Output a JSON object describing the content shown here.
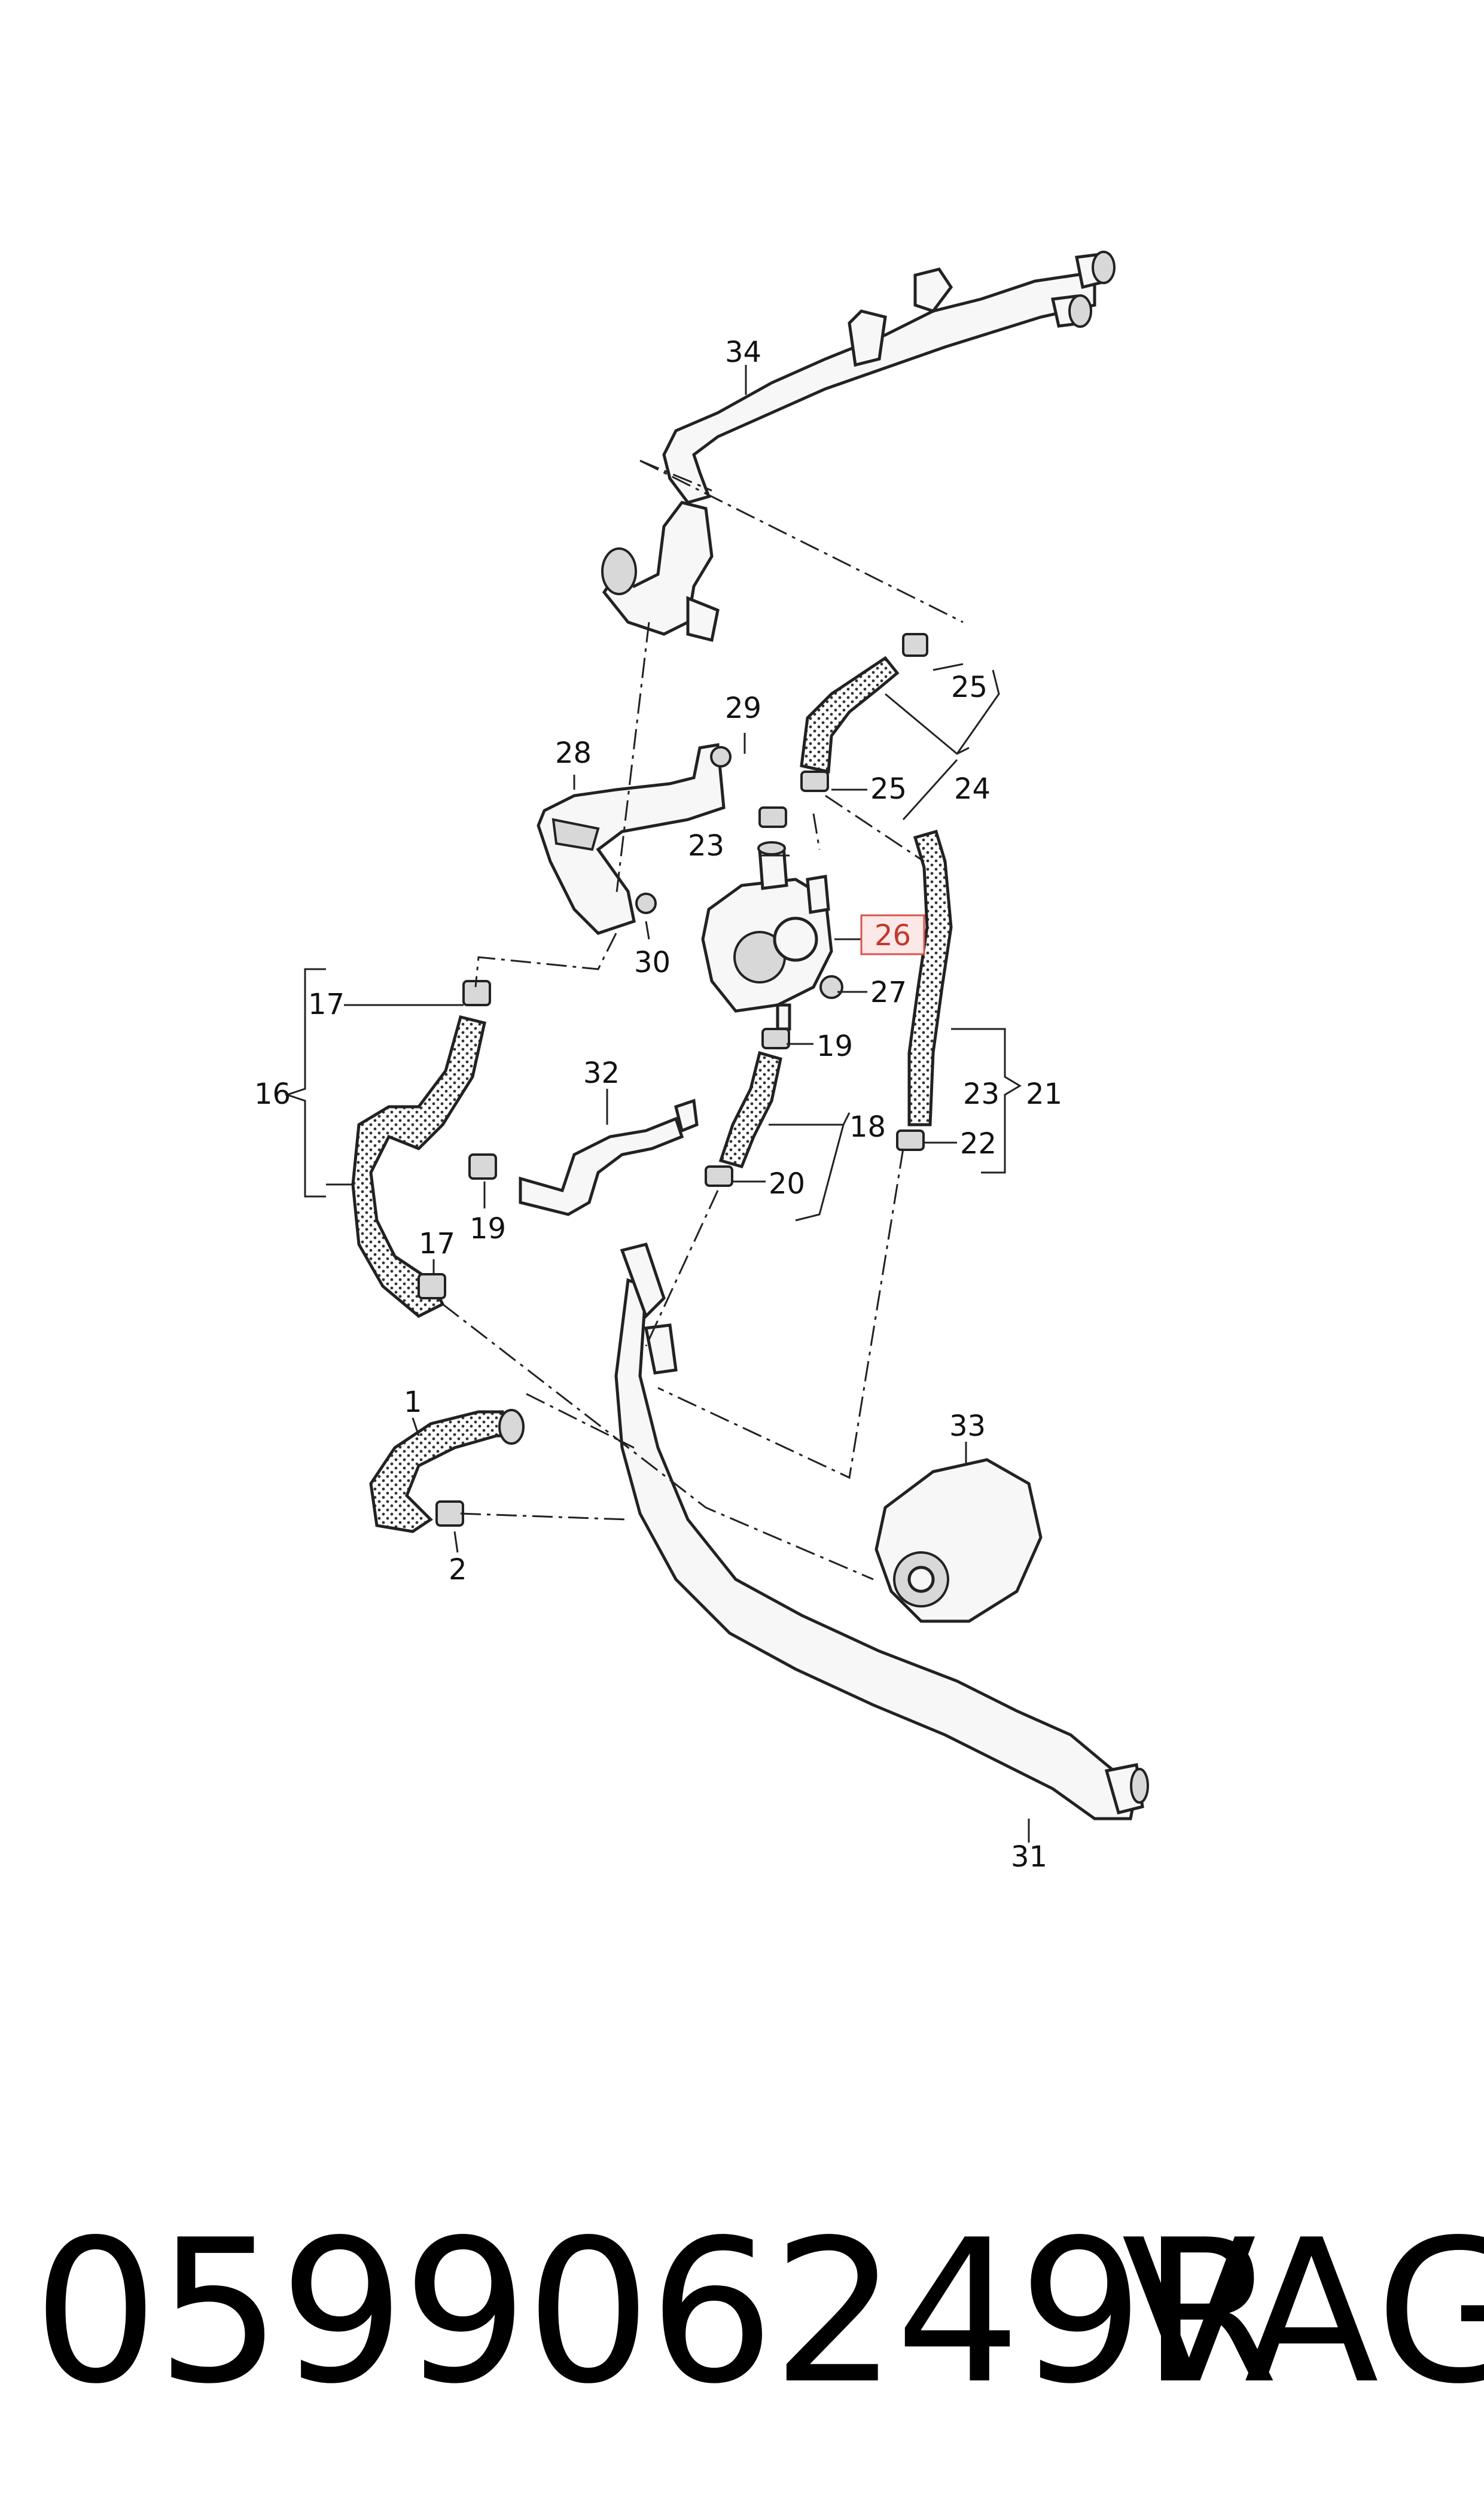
{
  "diagram": {
    "callouts": [
      {
        "id": "34",
        "text": "34"
      },
      {
        "id": "29",
        "text": "29"
      },
      {
        "id": "28",
        "text": "28"
      },
      {
        "id": "25a",
        "text": "25"
      },
      {
        "id": "25b",
        "text": "25"
      },
      {
        "id": "24",
        "text": "24"
      },
      {
        "id": "23a",
        "text": "23"
      },
      {
        "id": "26",
        "text": "26"
      },
      {
        "id": "30",
        "text": "30"
      },
      {
        "id": "27",
        "text": "27"
      },
      {
        "id": "17a",
        "text": "17"
      },
      {
        "id": "16",
        "text": "16"
      },
      {
        "id": "32",
        "text": "32"
      },
      {
        "id": "19a",
        "text": "19"
      },
      {
        "id": "19b",
        "text": "19"
      },
      {
        "id": "18",
        "text": "18"
      },
      {
        "id": "23b",
        "text": "23"
      },
      {
        "id": "21",
        "text": "21"
      },
      {
        "id": "22",
        "text": "22"
      },
      {
        "id": "20",
        "text": "20"
      },
      {
        "id": "17b",
        "text": "17"
      },
      {
        "id": "1",
        "text": "1"
      },
      {
        "id": "33",
        "text": "33"
      },
      {
        "id": "2",
        "text": "2"
      },
      {
        "id": "31",
        "text": "31"
      }
    ],
    "highlighted_callout": "26",
    "highlight_color": "#d9534f"
  },
  "footer": {
    "part_number": "059906249R",
    "brand": "VAG"
  }
}
